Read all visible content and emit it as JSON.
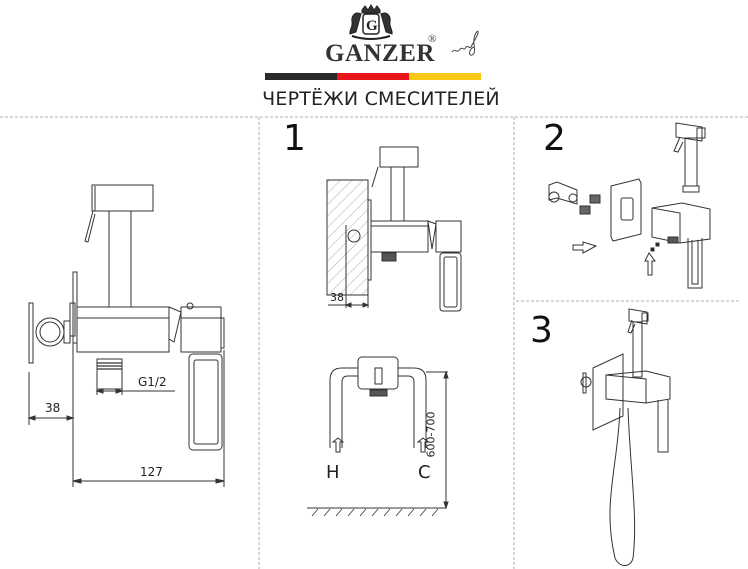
{
  "header": {
    "brand": "GANZER",
    "registered_mark": "®",
    "title": "ЧЕРТЁЖИ СМЕСИТЕЛЕЙ",
    "flag_colors": [
      "#2a2a2a",
      "#e8161b",
      "#f7c814"
    ]
  },
  "main_drawing": {
    "dim_depth": "38",
    "dim_length": "127",
    "dim_thread": "G1/2"
  },
  "step1": {
    "label": "1",
    "dim_wall": "38"
  },
  "rough_in": {
    "hot_label": "H",
    "cold_label": "C",
    "height_range": "600-700"
  },
  "step2": {
    "label": "2"
  },
  "step3": {
    "label": "3"
  }
}
